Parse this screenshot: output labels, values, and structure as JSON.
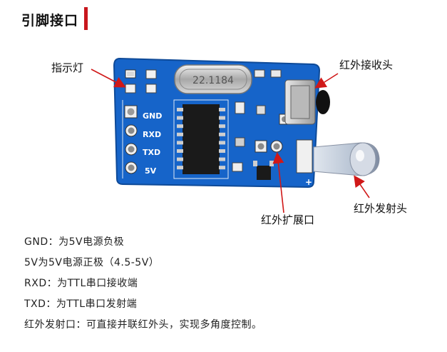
{
  "header": {
    "title": "引脚接口",
    "accent_color": "#c8161d"
  },
  "callouts": {
    "indicator": "指示灯",
    "ir_receiver": "红外接收头",
    "ir_expansion": "红外扩展口",
    "ir_emitter": "红外发射头"
  },
  "board": {
    "crystal_label": "22.1184",
    "pins": [
      "GND",
      "RXD",
      "TXD",
      "5V"
    ],
    "pcb_color": "#1565c8"
  },
  "descriptions": [
    "GND：为5V电源负极",
    "5V为5V电源正极（4.5-5V）",
    "RXD：为TTL串口接收端",
    "TXD：为TTL串口发射端",
    "红外发射口：可直接并联红外头，实现多角度控制。"
  ]
}
